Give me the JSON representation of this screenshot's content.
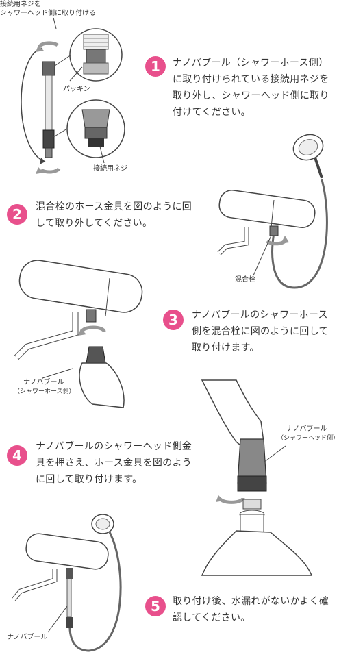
{
  "steps": [
    {
      "number": "1",
      "text": "ナノバブール（シャワーホース側）に取り付けられている接続用ネジを取り外し、シャワーヘッド側に取り付けてください。"
    },
    {
      "number": "2",
      "text": "混合栓のホース金具を図のように回して取り外してください。"
    },
    {
      "number": "3",
      "text": "ナノバブールのシャワーホース側を混合栓に図のように回して取り付けます。"
    },
    {
      "number": "4",
      "text": "ナノバブールのシャワーヘッド側金具を押さえ、ホース金具を図のように回して取り付けます。"
    },
    {
      "number": "5",
      "text": "取り付け後、水漏れがないかよく確認してください。"
    }
  ],
  "labels": {
    "top_note_line1": "接続用ネジを",
    "top_note_line2": "シャワーヘッド側に取り付ける",
    "packing": "パッキン",
    "screw": "接続用ネジ",
    "faucet": "混合栓",
    "nanobubble": "ナノバブール",
    "hose_side": "（シャワーホース側）",
    "head_side": "（シャワーヘッド側）",
    "nanobubble_final": "ナノバブール"
  },
  "colors": {
    "accent": "#e8508c",
    "line": "#444444",
    "metal_dark": "#555555",
    "metal_light": "#d9d9d9"
  }
}
